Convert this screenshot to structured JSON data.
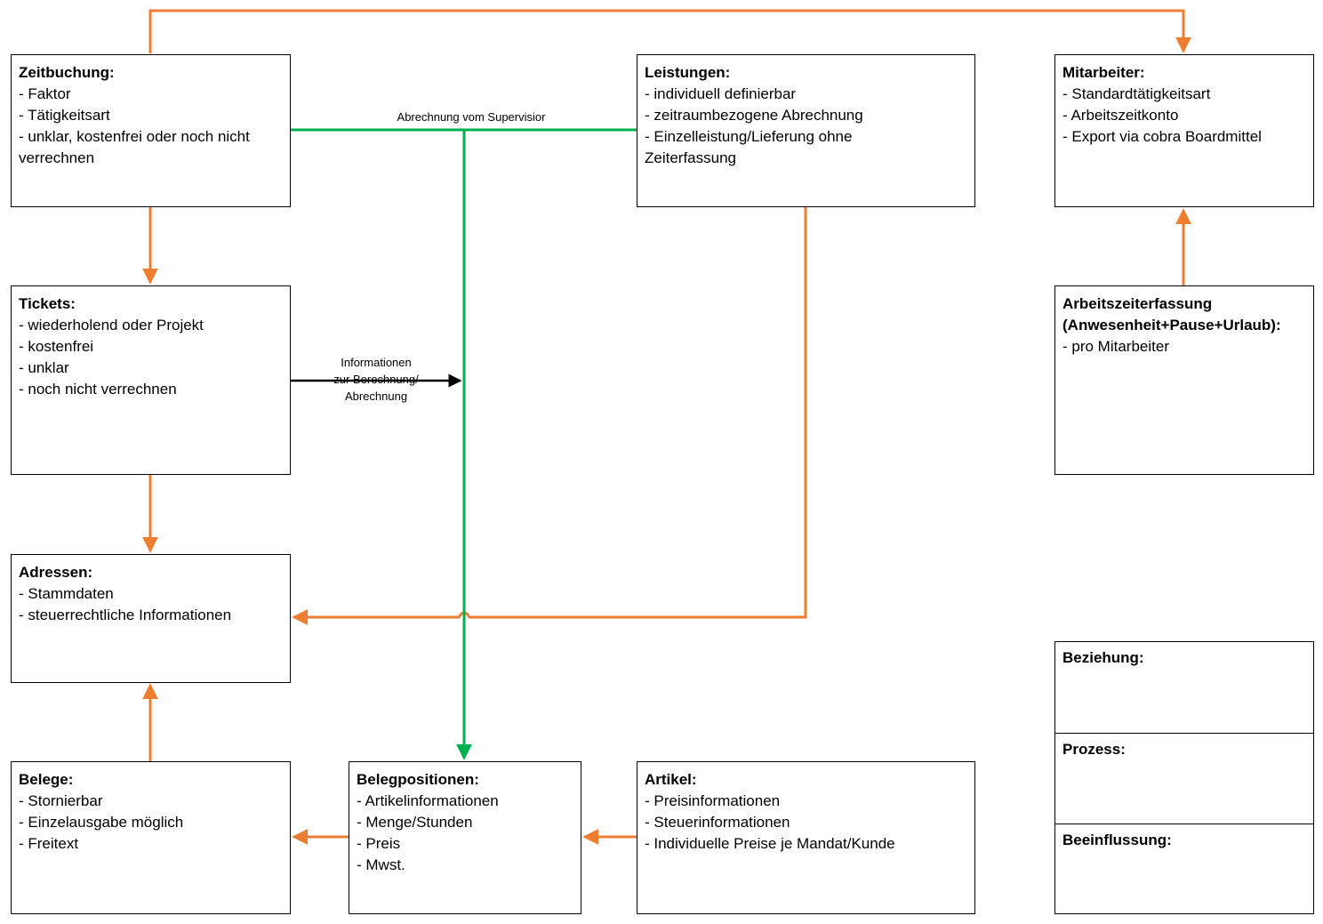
{
  "colors": {
    "relation": "#ed7d31",
    "process": "#00b050",
    "influence": "#000000"
  },
  "boxes": {
    "zeitbuchung": {
      "title": "Zeitbuchung:",
      "lines": [
        "- Faktor",
        "- Tätigkeitsart",
        "- unklar, kostenfrei oder noch nicht",
        "verrechnen"
      ]
    },
    "leistungen": {
      "title": "Leistungen:",
      "lines": [
        "- individuell definierbar",
        "- zeitraumbezogene Abrechnung",
        "- Einzelleistung/Lieferung ohne",
        "Zeiterfassung"
      ]
    },
    "mitarbeiter": {
      "title": "Mitarbeiter:",
      "lines": [
        "- Standardtätigkeitsart",
        "- Arbeitszeitkonto",
        "- Export via cobra Boardmittel"
      ]
    },
    "tickets": {
      "title": "Tickets:",
      "lines": [
        "- wiederholend oder Projekt",
        "- kostenfrei",
        "- unklar",
        "- noch nicht verrechnen"
      ]
    },
    "arbeitszeit": {
      "title": "Arbeitszeiterfassung",
      "title2": "(Anwesenheit+Pause+Urlaub):",
      "lines": [
        "- pro Mitarbeiter"
      ]
    },
    "adressen": {
      "title": "Adressen:",
      "lines": [
        "- Stammdaten",
        "- steuerrechtliche Informationen"
      ]
    },
    "belege": {
      "title": "Belege:",
      "lines": [
        "- Stornierbar",
        "- Einzelausgabe möglich",
        "- Freitext"
      ]
    },
    "belegpositionen": {
      "title": "Belegpositionen:",
      "lines": [
        "- Artikelinformationen",
        "- Menge/Stunden",
        "- Preis",
        "- Mwst."
      ]
    },
    "artikel": {
      "title": "Artikel:",
      "lines": [
        "- Preisinformationen",
        "- Steuerinformationen",
        "- Individuelle Preise je Mandat/Kunde"
      ]
    }
  },
  "labels": {
    "supervisor": "Abrechnung vom Supervisior",
    "info_line1": "Informationen",
    "info_line2": "zur Berechnung/",
    "info_line3": "Abrechnung"
  },
  "legend": {
    "relation": "Beziehung:",
    "process": "Prozess:",
    "influence": "Beeinflussung:"
  }
}
